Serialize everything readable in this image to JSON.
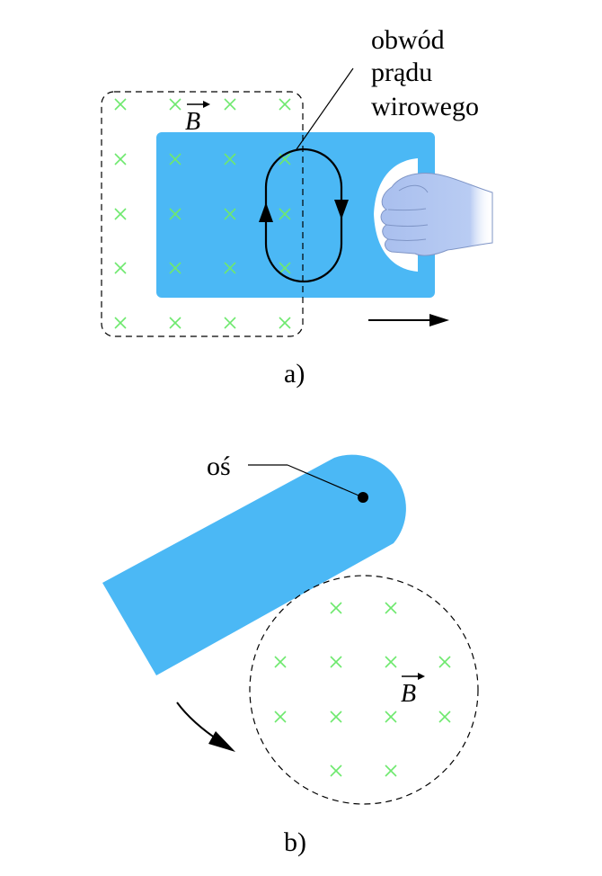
{
  "labels": {
    "eddy_line1": "obwód",
    "eddy_line2": "prądu",
    "eddy_line3": "wirowego",
    "field_a": "B",
    "field_b": "B",
    "axis": "oś",
    "caption_a": "a)",
    "caption_b": "b)"
  },
  "colors": {
    "plate": "#4bb8f5",
    "cross": "#6ee86e",
    "stroke": "#000000",
    "hand": "#a9bfee",
    "hand_outline": "#7f95c6"
  },
  "icons": {
    "hand": "hand-icon",
    "motion_a": "arrow-right-icon",
    "motion_b": "curved-arrow-icon"
  }
}
